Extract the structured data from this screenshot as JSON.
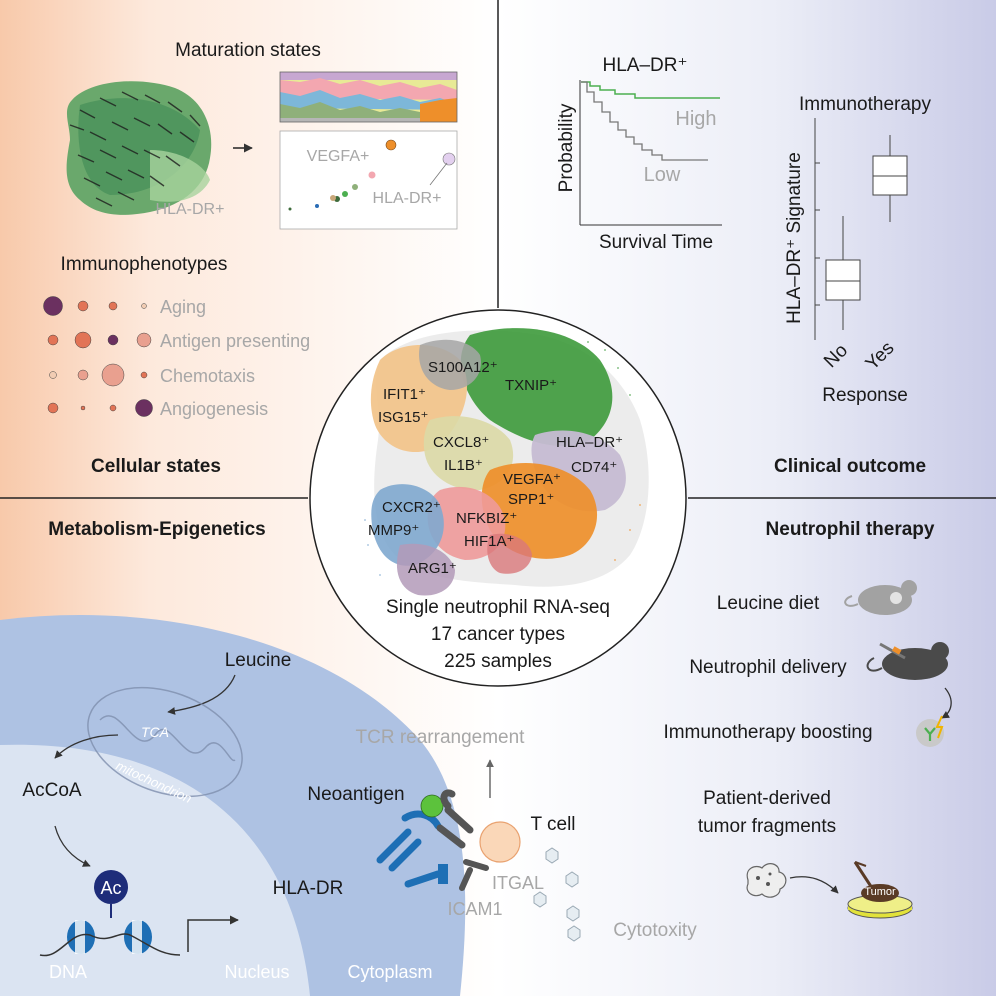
{
  "cellular_states": {
    "maturation_title": "Maturation states",
    "umap_label": "HLA-DR+",
    "scatter_label_1": "VEGFA+",
    "scatter_label_2": "HLA-DR+",
    "immunophenotypes_title": "Immunophenotypes",
    "phenotypes": [
      "Aging",
      "Antigen presenting",
      "Chemotaxis",
      "Angiogenesis"
    ],
    "panel_title": "Cellular states"
  },
  "clinical_outcome": {
    "km_title": "HLA–DR⁺",
    "km_ylabel": "Probability",
    "km_xlabel": "Survival Time",
    "km_high": "High",
    "km_low": "Low",
    "box_title": "Immunotherapy",
    "box_ylabel": "HLA–DR⁺ Signature",
    "box_categories": [
      "No",
      "Yes"
    ],
    "box_xlabel": "Response",
    "panel_title": "Clinical outcome"
  },
  "center": {
    "clusters": [
      "S100A12⁺",
      "TXNIP⁺",
      "IFIT1⁺",
      "ISG15⁺",
      "CXCL8⁺",
      "IL1B⁺",
      "HLA–DR⁺",
      "CD74⁺",
      "VEGFA⁺",
      "SPP1⁺",
      "CXCR2⁺",
      "MMP9⁺",
      "NFKBIZ⁺",
      "HIF1A⁺",
      "ARG1⁺"
    ],
    "line1": "Single neutrophil RNA-seq",
    "line2": "17 cancer types",
    "line3": "225 samples"
  },
  "metabolism": {
    "panel_title": "Metabolism-Epigenetics",
    "leucine": "Leucine",
    "tca": "TCA",
    "mitochondrion": "mitochondrion",
    "acCoA": "AcCoA",
    "ac": "Ac",
    "hla_dr": "HLA-DR",
    "dna": "DNA",
    "nucleus": "Nucleus",
    "cytoplasm": "Cytoplasm",
    "tcr": "TCR rearrangement",
    "neoantigen": "Neoantigen",
    "t_cell": "T cell",
    "itgal": "ITGAL",
    "icam1": "ICAM1",
    "cytotoxicity": "Cytotoxity"
  },
  "therapy": {
    "panel_title": "Neutrophil therapy",
    "leucine_diet": "Leucine diet",
    "delivery": "Neutrophil delivery",
    "boosting": "Immunotherapy boosting",
    "fragments_1": "Patient-derived",
    "fragments_2": "tumor fragments",
    "tumor": "Tumor"
  },
  "colors": {
    "dot_purple": "#6b3060",
    "dot_orange": "#e27456",
    "dot_pink": "#e9a08f",
    "dot_beige": "#f1ccb3",
    "km_high": "#4caf50",
    "km_low": "#777777",
    "icon_blue": "#1e6fb5",
    "antigen_green": "#5cc23c"
  }
}
